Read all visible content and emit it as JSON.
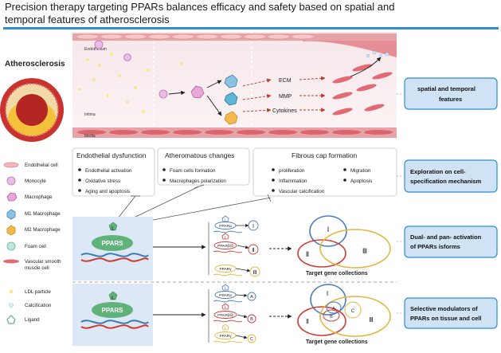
{
  "title": "Precision therapy targeting PPARs balances efficacy and safety based on spatial and temporal features of atherosclerosis",
  "atherosclerosis_label": "Atherosclerosis",
  "vessel_labels": {
    "endothelium": "Endothelium",
    "intima": "Intima",
    "media": "Media"
  },
  "outcomes": [
    "ECM",
    "MMP",
    "Cytokines"
  ],
  "stages": {
    "endothelial": {
      "title": "Endothelial dysfunction",
      "items": [
        "Endothelial activation",
        "Oxidative stress",
        "Aging and apoptosis"
      ]
    },
    "atheromatous": {
      "title": "Atheromatous changes",
      "items": [
        "Foam cells formation",
        "Macrophages polarization"
      ]
    },
    "fibrous": {
      "title": "Fibrous cap formation",
      "left_items": [
        "proliferation",
        "Inflammation",
        "Vascular calcification"
      ],
      "right_items": [
        "Migration",
        "Apoptosis"
      ]
    }
  },
  "right_boxes": [
    "spatial and temporal features",
    "Exploration on cell-specification mechanism",
    "Dual- and pan- activation of PPARs isforms",
    "Selective modulators of PPARs on tissue and cell"
  ],
  "legend": [
    {
      "label": "Endothelial cell",
      "icon": "endothelial-cell-icon"
    },
    {
      "label": "Monocyte",
      "icon": "monocyte-icon"
    },
    {
      "label": "Macrophage",
      "icon": "macrophage-icon"
    },
    {
      "label": "M1 Macrophage",
      "icon": "m1-macrophage-icon"
    },
    {
      "label": "M2 Macrophage",
      "icon": "m2-macrophage-icon"
    },
    {
      "label": "Foam cell",
      "icon": "foam-cell-icon"
    },
    {
      "label": "Vascular smooth muscle cell",
      "icon": "vsmc-icon"
    },
    {
      "label": "LDL particle",
      "icon": "ldl-particle-icon"
    },
    {
      "label": "Calcification",
      "icon": "calcification-icon"
    },
    {
      "label": "Ligand",
      "icon": "ligand-icon"
    }
  ],
  "ppar": {
    "ligand": "L",
    "receptor": "PPARS",
    "isoforms": [
      "PPARα",
      "PPARβ/δ",
      "PPARγ"
    ],
    "roman": [
      "Ⅰ",
      "Ⅱ",
      "Ⅲ"
    ],
    "letters": [
      "A",
      "B",
      "C"
    ],
    "venn_inner": [
      "A",
      "B"
    ],
    "target_label": "Target gene collections"
  },
  "colors": {
    "accent_blue": "#2f8fd1",
    "isoform_1": "#4a7bc0",
    "isoform_2": "#cf3b33",
    "isoform_3": "#e3b53a",
    "ligand_green": "#5fb27a"
  }
}
